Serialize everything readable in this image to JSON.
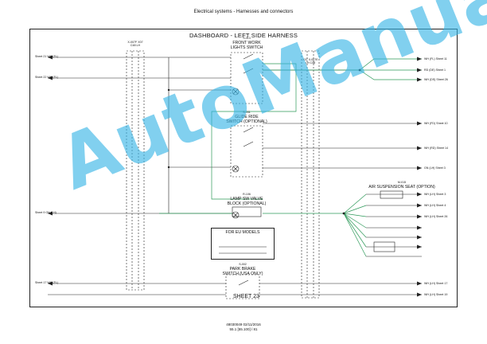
{
  "page_header": "Electrical systems - Harnesses and connectors",
  "diagram_title": "DASHBOARD - LEFT SIDE HARNESS",
  "blocks": {
    "front_work": {
      "code": "S-013",
      "line1": "FRONT WORK",
      "line2": "LIGHTS SWITCH"
    },
    "glide_ride": {
      "code": "S-031",
      "line1": "GLIDE RIDE",
      "line2": "SWITCH (OPTIONAL)"
    },
    "lamp_valve": {
      "code": "R-106",
      "line1": "LAMP SW VALVE",
      "line2": "BLOCK (OPTIONAL)"
    },
    "park_brake": {
      "code": "S-002",
      "line1": "PARK BRAKE",
      "line2": "SWITCH (USA ONLY)"
    },
    "air_seat": {
      "code": "M-015",
      "line1": "AIR SUSPENSION SEAT (OPTION)"
    }
  },
  "connector_labels": {
    "left": {
      "line1": "X-007F X07",
      "line2": "C48 LH"
    },
    "right": {
      "line1": "X07 X-007E",
      "line2": "LH C48"
    }
  },
  "eu_box_title": "FOR EU MODELS",
  "sheet_label": "SHEET 23",
  "left_sheet_refs": [
    "Sheet 21 WH (FL)",
    "Sheet 22 WH (FL)",
    "Sheet 9 GN (LH)",
    "Sheet 17 WH (FL)"
  ],
  "right_sheet_refs": [
    "WH (FL) Sheet 11",
    "RD (DE) Sheet 1",
    "WH (DS) Sheet 26",
    "WH (FD) Sheet 10",
    "WH (RD) Sheet 14",
    "GN (LH) Sheet 3",
    "WH (LH) Sheet 3",
    "WH (LH) Sheet 4",
    "WH (LH) Sheet 26",
    "WH (LH) Sheet 17",
    "WH (LH) Sheet 19"
  ],
  "footer": {
    "line1": "48030049 02/11/2016",
    "line2": "55.1 [55.100] / 81"
  },
  "watermark": "AutoManual",
  "colors": {
    "wire_green": "#2e9a5a",
    "wire_black": "#222222",
    "watermark": "#35b4e6"
  }
}
